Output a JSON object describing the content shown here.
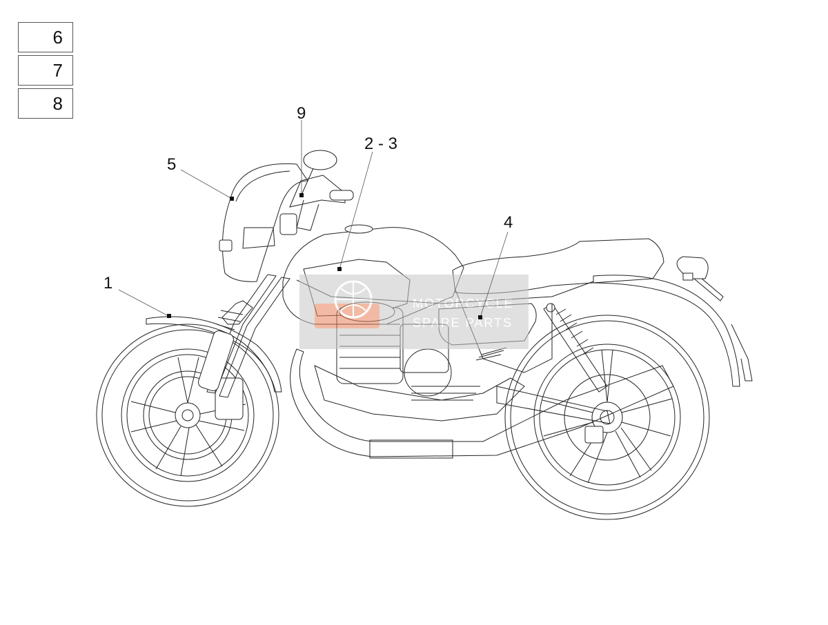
{
  "legend": [
    {
      "label": "6"
    },
    {
      "label": "7"
    },
    {
      "label": "8"
    }
  ],
  "callouts": {
    "front_fender": "1",
    "tank": "2 - 3",
    "side_panel": "4",
    "headlight_fairing": "5",
    "handlebar": "9"
  },
  "watermark": {
    "line1": "MOTORCYCLE",
    "line2": "SPARE PARTS",
    "accent_color": "#e8825a",
    "band_color": "#cfcfcf"
  }
}
